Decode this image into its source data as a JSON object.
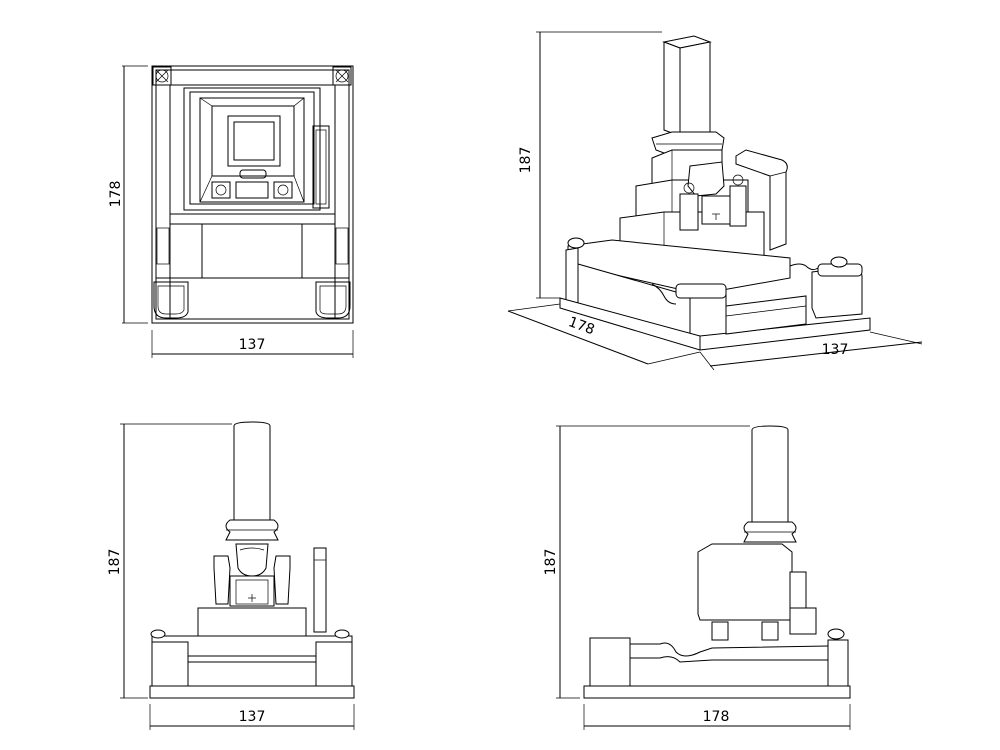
{
  "drawing": {
    "views": [
      {
        "id": "top",
        "width_dim": "137",
        "height_dim": "178"
      },
      {
        "id": "iso",
        "height_dim": "187",
        "depth_dim": "178",
        "width_dim": "137"
      },
      {
        "id": "front",
        "width_dim": "137",
        "height_dim": "187"
      },
      {
        "id": "side",
        "width_dim": "178",
        "height_dim": "187"
      }
    ]
  }
}
